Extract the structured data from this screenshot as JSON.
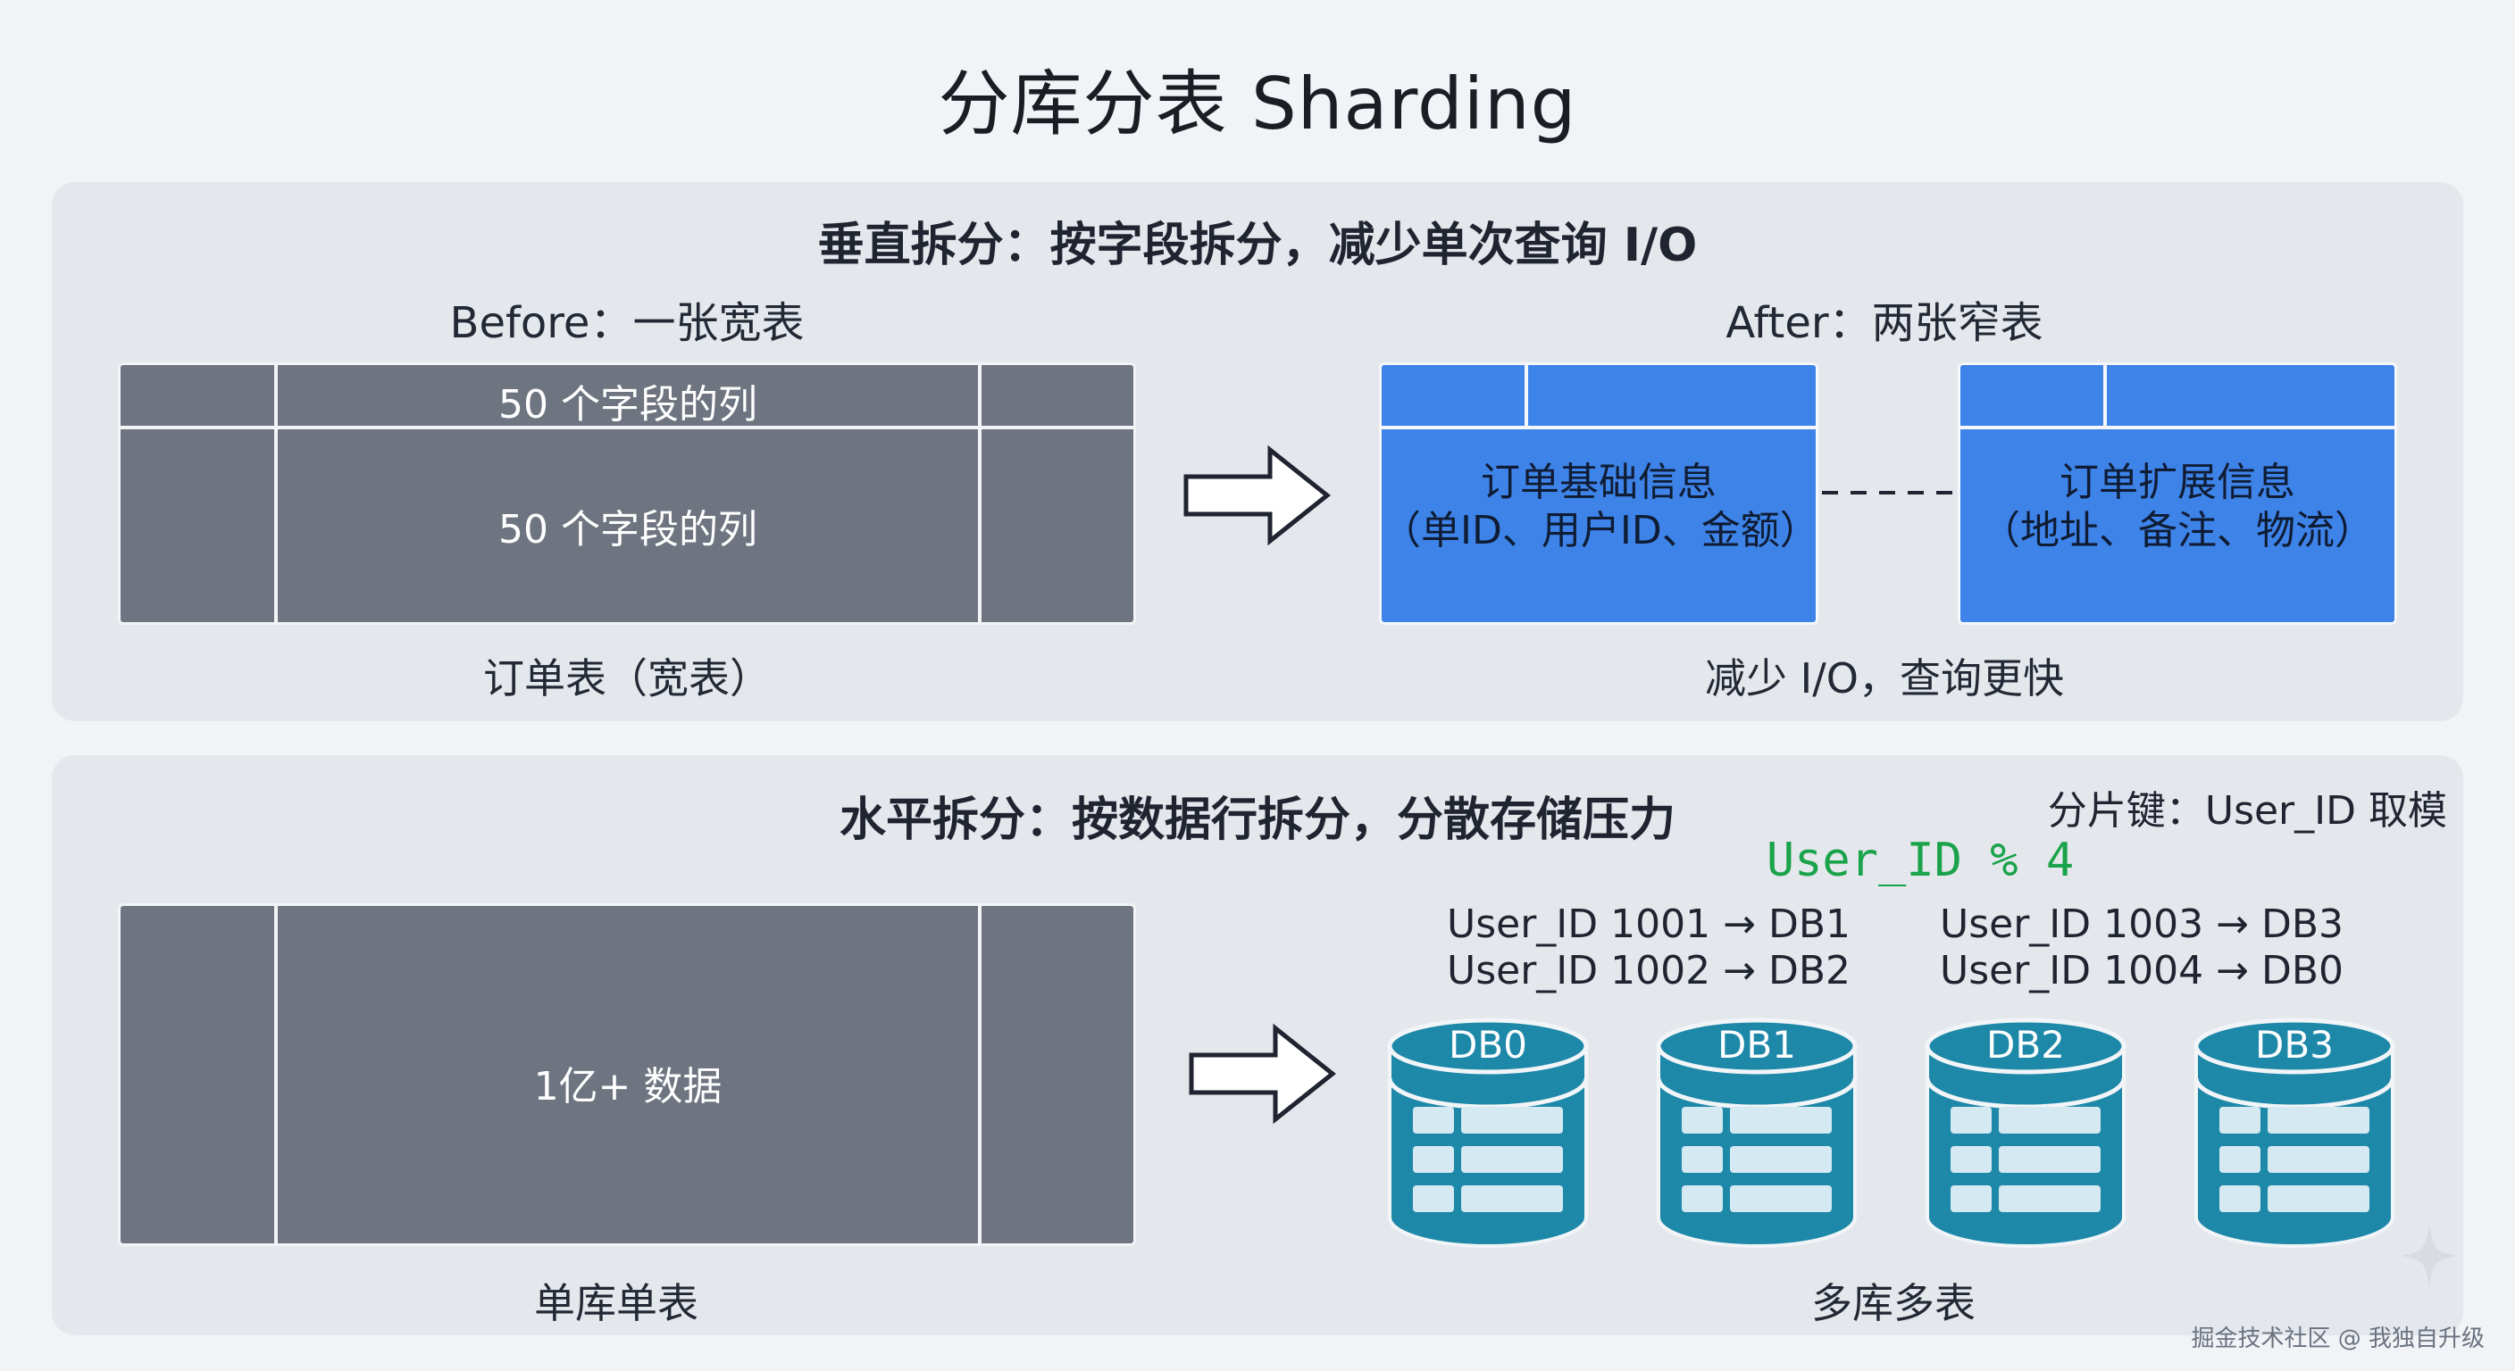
{
  "title": "分库分表 Sharding",
  "vertical": {
    "heading": "垂直拆分：按字段拆分，减少单次查询 I/O",
    "before_label": "Before：一张宽表",
    "after_label": "After：两张窄表",
    "wide_table_header": "50 个字段的列",
    "wide_table_body": "50 个字段的列",
    "wide_table_caption": "订单表（宽表）",
    "narrow_tables": [
      {
        "line1": "订单基础信息",
        "line2": "（单ID、用户ID、金额）"
      },
      {
        "line1": "订单扩展信息",
        "line2": "（地址、备注、物流）"
      }
    ],
    "after_caption": "减少 I/O，查询更快"
  },
  "horizontal": {
    "heading": "水平拆分：按数据行拆分，分散存储压力",
    "shard_key_note": "分片键：User_ID 取模",
    "formula": "User_ID % 4",
    "mappings_left": [
      "User_ID 1001 → DB1",
      "User_ID 1002 → DB2"
    ],
    "mappings_right": [
      "User_ID 1003 → DB3",
      "User_ID 1004 → DB0"
    ],
    "single_table_text": "1亿+ 数据",
    "single_caption": "单库单表",
    "databases": [
      "DB0",
      "DB1",
      "DB2",
      "DB3"
    ],
    "multi_caption": "多库多表"
  },
  "watermark": "掘金技术社区 @ 我独自升级",
  "colors": {
    "accent_blue": "#3e83e8",
    "table_gray": "#6e7580",
    "formula_green": "#1aa34a",
    "db_teal": "#1f8bab"
  }
}
